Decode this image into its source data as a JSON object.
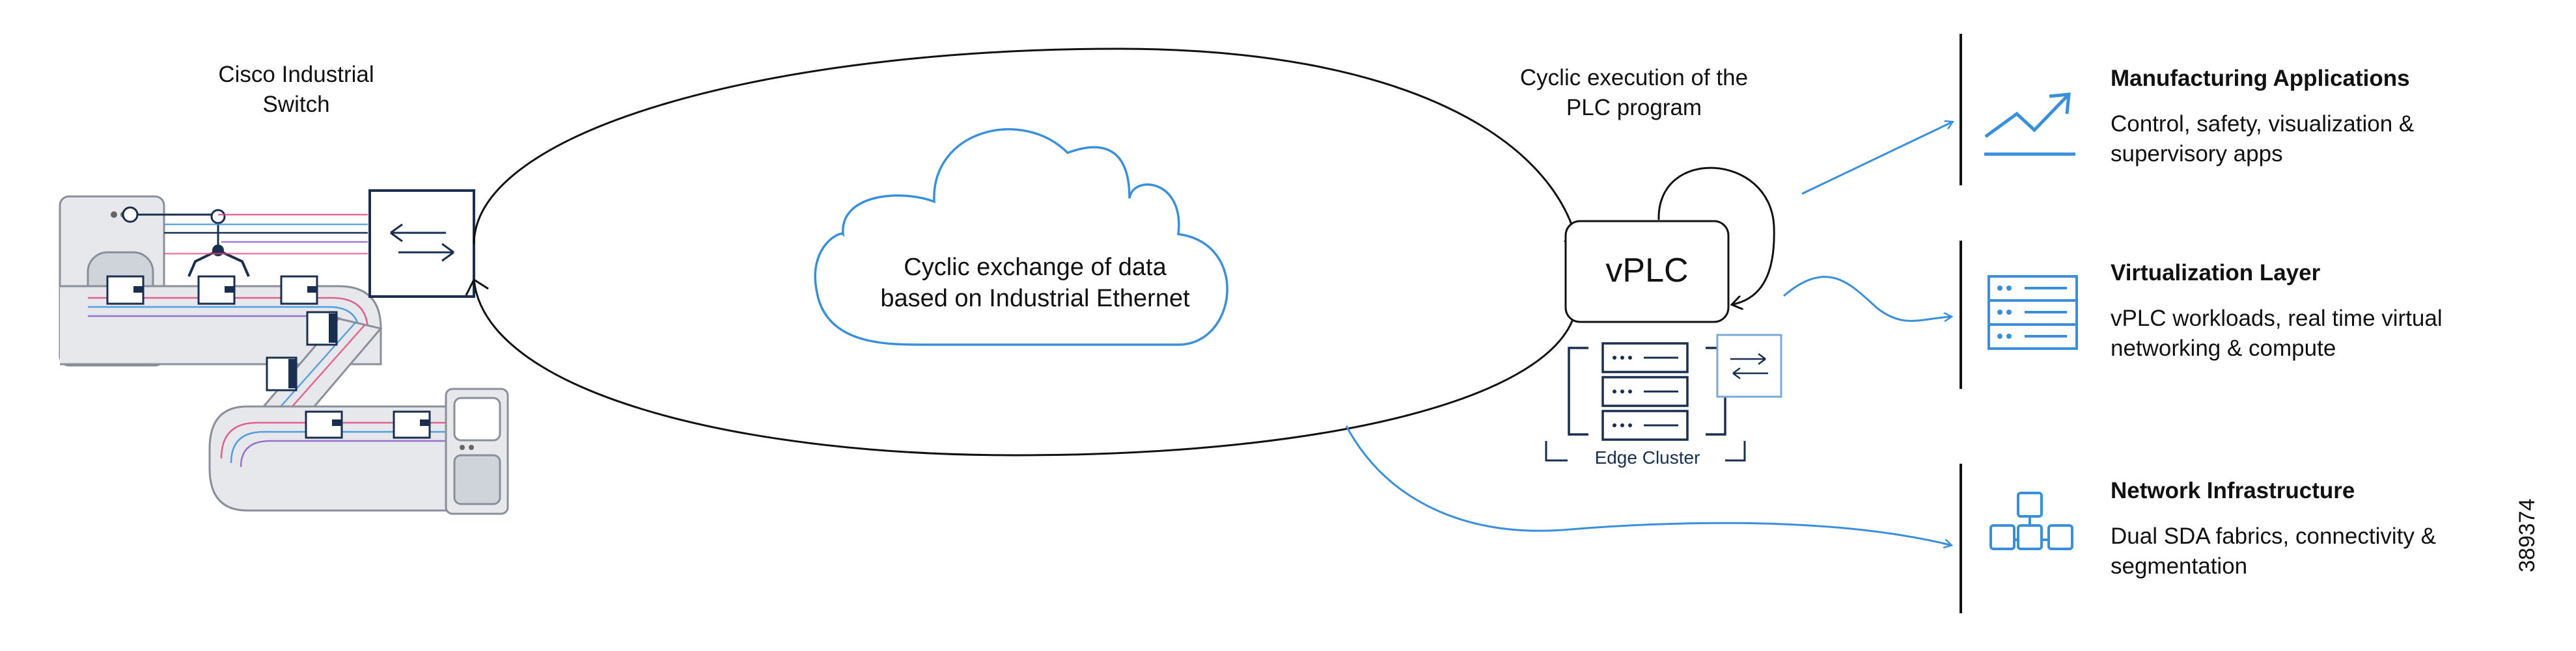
{
  "switch_label": {
    "line1": "Cisco Industrial",
    "line2": "Switch"
  },
  "cloud_label": {
    "line1": "Cyclic exchange of data",
    "line2": "based on Industrial Ethernet"
  },
  "cyclic_label": {
    "line1": "Cyclic execution of the",
    "line2": "PLC program"
  },
  "vplc_label": "vPLC",
  "edge_cluster_label": "Edge Cluster",
  "layers": [
    {
      "title": "Manufacturing Applications",
      "line1": "Control, safety, visualization &",
      "line2": "supervisory apps",
      "icon": "trend-chart-icon"
    },
    {
      "title": "Virtualization Layer",
      "line1": "vPLC workloads, real time virtual",
      "line2": "networking & compute",
      "icon": "server-stack-icon"
    },
    {
      "title": "Network Infrastructure",
      "line1": "Dual SDA fabrics, connectivity &",
      "line2": "segmentation",
      "icon": "network-topology-icon"
    }
  ],
  "figure_id": "389374",
  "colors": {
    "accent_blue": "#3a8fdc",
    "dark_blue": "#1a2f4f",
    "belt_pink": "#e2477a",
    "belt_blue": "#3a8fdc",
    "belt_purple": "#8a5cc8",
    "machine_gray": "#e6e8ec"
  }
}
